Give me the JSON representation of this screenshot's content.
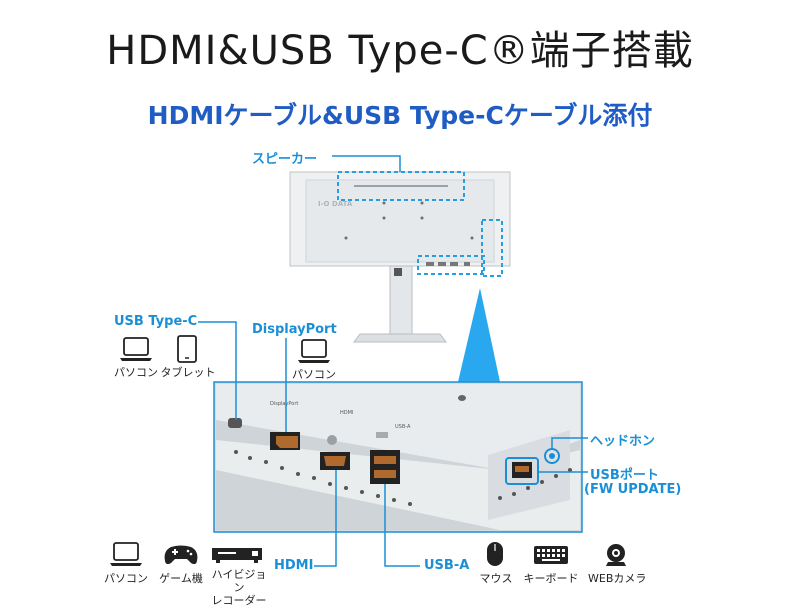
{
  "title": "HDMI&USB Type-C®端子搭載",
  "subtitle": "HDMIケーブル&USB Type-Cケーブル添付",
  "brand_mark": "I-O DATA",
  "callouts": {
    "speaker": "スピーカー",
    "usb_type_c": "USB Type-C",
    "displayport": "DisplayPort",
    "hdmi": "HDMI",
    "usb_a": "USB-A",
    "headphone": "ヘッドホン",
    "usb_port": "USBポート",
    "fw_update": "(FW UPDATE)"
  },
  "devices": {
    "usbc_group": [
      {
        "label": "パソコン",
        "icon": "laptop-icon"
      },
      {
        "label": "タブレット",
        "icon": "tablet-icon"
      }
    ],
    "dp_group": [
      {
        "label": "パソコン",
        "icon": "laptop-icon"
      }
    ],
    "hdmi_group": [
      {
        "label": "パソコン",
        "icon": "laptop-icon"
      },
      {
        "label": "ゲーム機",
        "icon": "gamepad-icon"
      },
      {
        "label": "ハイビジョン\nレコーダー",
        "icon": "recorder-icon"
      }
    ],
    "usba_group": [
      {
        "label": "マウス",
        "icon": "mouse-icon"
      },
      {
        "label": "キーボード",
        "icon": "keyboard-icon"
      },
      {
        "label": "WEBカメラ",
        "icon": "webcam-icon"
      }
    ]
  },
  "port_labels": {
    "displayport": "DisplayPort",
    "hdmi": "HDMI",
    "usb_a": "USB-A"
  },
  "colors": {
    "accent": "#1b8fd6",
    "title_blue": "#1f5cc4",
    "highlight": "#3aa0e8",
    "panel": "#e7ebee"
  }
}
